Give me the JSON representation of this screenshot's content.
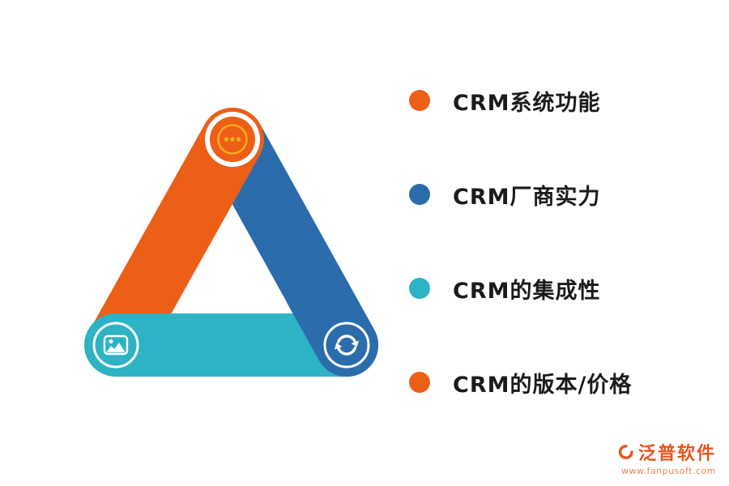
{
  "triangle": {
    "orange": "#eb5f17",
    "blue": "#2b6cad",
    "teal": "#2db3c4",
    "gold": "#f2ab1d",
    "white": "#ffffff",
    "icons": [
      "ellipsis-icon",
      "photo-icon",
      "refresh-icon"
    ]
  },
  "legend": {
    "text_color": "#1b1b1b",
    "items": [
      {
        "label": "CRM系统功能",
        "color": "#eb5f17"
      },
      {
        "label": "CRM厂商实力",
        "color": "#2b6cad"
      },
      {
        "label": "CRM的集成性",
        "color": "#2db3c4"
      },
      {
        "label": "CRM的版本/价格",
        "color": "#eb5f17"
      }
    ]
  },
  "footer": {
    "brand": "泛普软件",
    "url": "www.fanpusoft.com",
    "brand_color": "#e8541e",
    "url_color": "#f0855a"
  }
}
